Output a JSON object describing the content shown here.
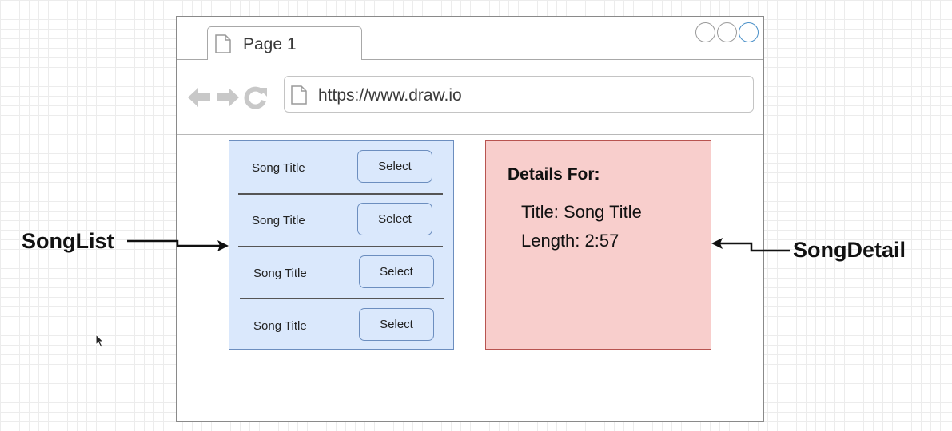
{
  "browser": {
    "tab_label": "Page 1",
    "url": "https://www.draw.io"
  },
  "songlist": {
    "rows": [
      {
        "title": "Song Title",
        "button": "Select"
      },
      {
        "title": "Song Title",
        "button": "Select"
      },
      {
        "title": "Song Title",
        "button": "Select"
      },
      {
        "title": "Song Title",
        "button": "Select"
      }
    ]
  },
  "songdetail": {
    "heading": "Details For:",
    "title_line": "Title: Song Title",
    "length_line": "Length: 2:57"
  },
  "labels": {
    "songlist": "SongList",
    "songdetail": "SongDetail"
  },
  "colors": {
    "list_fill": "#dae8fc",
    "list_stroke": "#6c8ebf",
    "detail_fill": "#f8cecc",
    "detail_stroke": "#b85450"
  }
}
